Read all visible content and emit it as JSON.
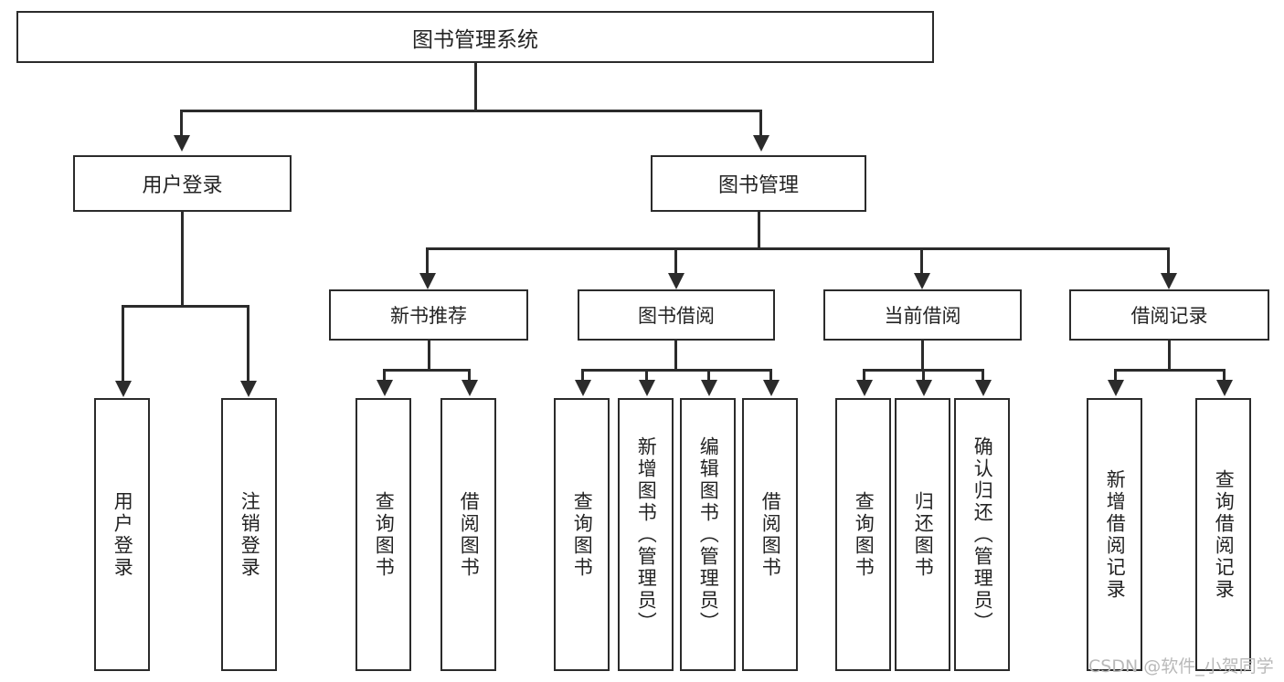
{
  "diagram": {
    "title": "图书管理系统",
    "type": "function-structure-tree",
    "root": {
      "label": "图书管理系统"
    },
    "level2": [
      {
        "id": "user-login",
        "label": "用户登录"
      },
      {
        "id": "book-manage",
        "label": "图书管理"
      }
    ],
    "level3": [
      {
        "id": "new-book-recommend",
        "label": "新书推荐"
      },
      {
        "id": "book-borrow",
        "label": "图书借阅"
      },
      {
        "id": "current-borrow",
        "label": "当前借阅"
      },
      {
        "id": "borrow-record",
        "label": "借阅记录"
      }
    ],
    "leaves": {
      "user_login": [
        {
          "id": "leaf-user-login",
          "label": "用户登录"
        },
        {
          "id": "leaf-logout-login",
          "label": "注销登录"
        }
      ],
      "new_book_recommend": [
        {
          "id": "leaf-query-book-1",
          "label": "查询图书"
        },
        {
          "id": "leaf-borrow-book-1",
          "label": "借阅图书"
        }
      ],
      "book_borrow": [
        {
          "id": "leaf-query-book-2",
          "label": "查询图书"
        },
        {
          "id": "leaf-add-book",
          "label": "新增图书（管理员）"
        },
        {
          "id": "leaf-edit-book",
          "label": "编辑图书（管理员）"
        },
        {
          "id": "leaf-borrow-book-2",
          "label": "借阅图书"
        }
      ],
      "current_borrow": [
        {
          "id": "leaf-query-book-3",
          "label": "查询图书"
        },
        {
          "id": "leaf-return-book",
          "label": "归还图书"
        },
        {
          "id": "leaf-confirm-return",
          "label": "确认归还（管理员）"
        }
      ],
      "borrow_record": [
        {
          "id": "leaf-add-record",
          "label": "新增借阅记录"
        },
        {
          "id": "leaf-query-record",
          "label": "查询借阅记录"
        }
      ]
    }
  },
  "watermark": {
    "text": "CSDN @软件_小贺同学"
  },
  "colors": {
    "stroke": "#2b2b2b",
    "text": "#232323",
    "background": "#ffffff",
    "watermark": "#b9b9b9"
  }
}
